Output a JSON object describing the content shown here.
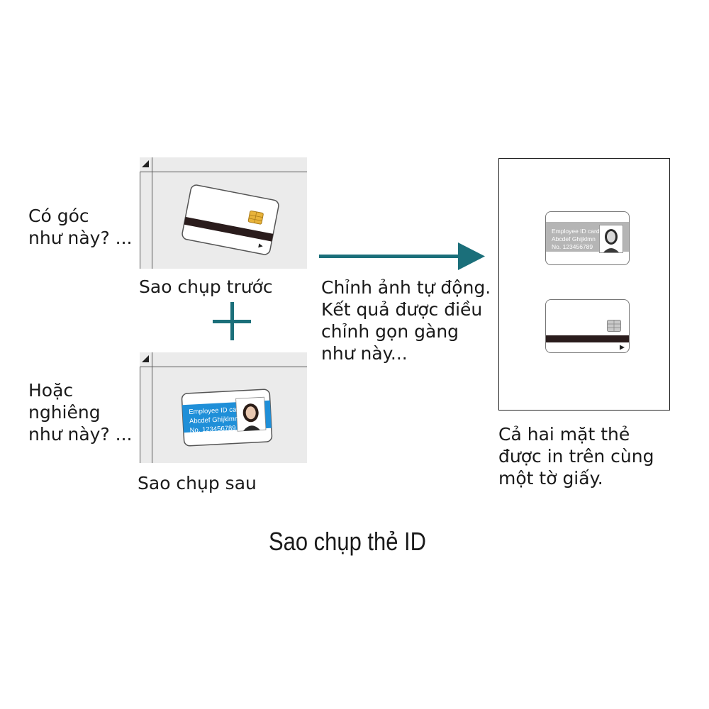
{
  "question_angle": [
    "Có góc",
    "như này? ..."
  ],
  "question_tilt": [
    "Hoặc",
    "nghiêng",
    "như này? ..."
  ],
  "caption_front": "Sao chụp trước",
  "caption_back": "Sao chụp sau",
  "auto_correct_text": [
    "Chỉnh ảnh tự động.",
    "Kết quả được điều",
    "chỉnh gọn gàng",
    "như này..."
  ],
  "result_text": [
    "Cả hai mặt thẻ",
    "được in trên cùng",
    "một tờ giấy."
  ],
  "title": "Sao chụp thẻ ID",
  "id_card": {
    "line1": "Employee ID card",
    "line2": "Abcdef Ghijklmn",
    "line3": "No. 123456789"
  },
  "colors": {
    "teal": "#1b6f7a",
    "card_blue": "#1f8fd8",
    "gray_band": "#b5b5b5",
    "chip_gold": "#e8b33a",
    "stripe": "#2a1c1c"
  },
  "icons": [
    "plus-icon",
    "right-arrow-icon",
    "photo-portrait-icon",
    "chip-icon"
  ]
}
